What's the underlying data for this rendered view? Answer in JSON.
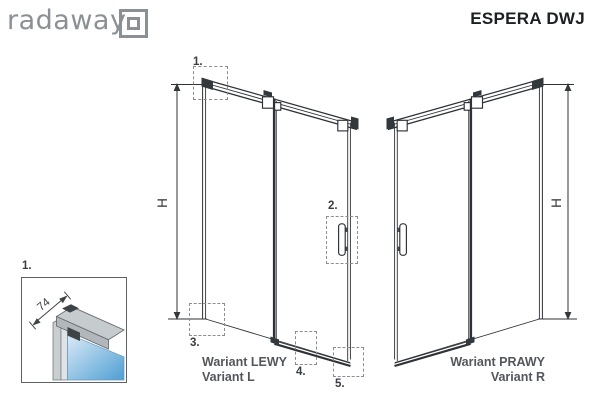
{
  "header": {
    "logo_text": "radaway",
    "title": "ESPERA DWJ"
  },
  "left_drawing": {
    "h_label": "H",
    "variant_pl": "Wariant LEWY",
    "variant_en": "Variant L",
    "callouts": [
      {
        "label": "1."
      },
      {
        "label": "2."
      },
      {
        "label": "3."
      },
      {
        "label": "4."
      },
      {
        "label": "5."
      }
    ]
  },
  "right_drawing": {
    "h_label": "H",
    "variant_pl": "Wariant PRAWY",
    "variant_en": "Variant R"
  },
  "detail": {
    "label": "1.",
    "dimension": "74"
  },
  "colors": {
    "line": "#2e3236",
    "logo_gray": "#8b9094",
    "dashed_callout": "#8a8e92",
    "glass_light": "#dcebf7",
    "glass_dark": "#4f9fd4",
    "profile_gray": "#c6cbce"
  }
}
